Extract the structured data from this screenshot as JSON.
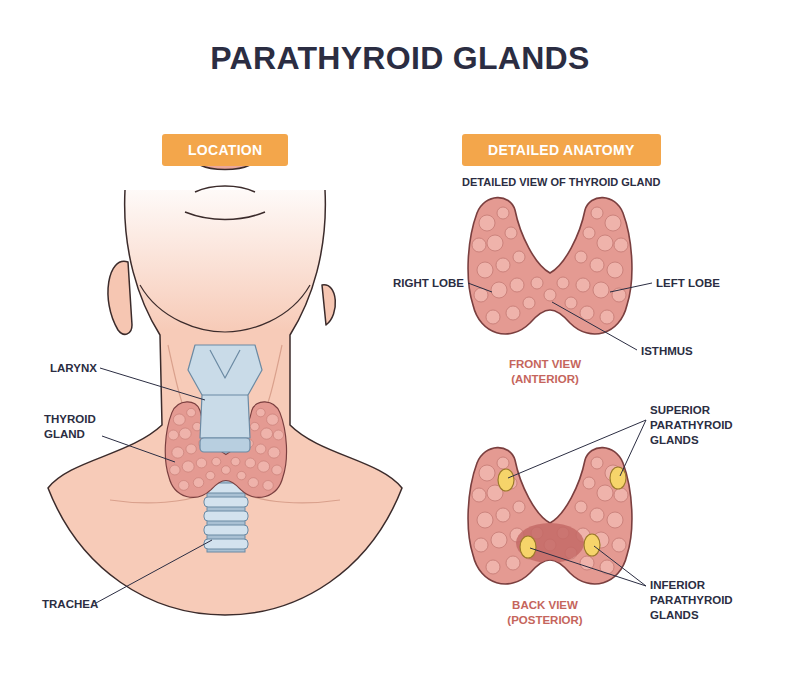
{
  "diagram": {
    "title": "PARATHYROID GLANDS",
    "nodes": [
      {
        "text": [
          "LOCATION"
        ]
      },
      {
        "text": [
          "DETAILED ANATOMY"
        ]
      }
    ],
    "labels": [
      "DETAILED VIEW OF THYROID GLAND",
      "LARYNX",
      "THYROID GLAND",
      "TRACHEA",
      "RIGHT LOBE",
      "LEFT LOBE",
      "ISTHMUS",
      "FRONT VIEW (ANTERIOR)",
      "SUPERIOR PARATHYROID GLANDS",
      "BACK VIEW (POSTERIOR)",
      "INFERIOR PARATHYROID GLANDS"
    ]
  }
}
